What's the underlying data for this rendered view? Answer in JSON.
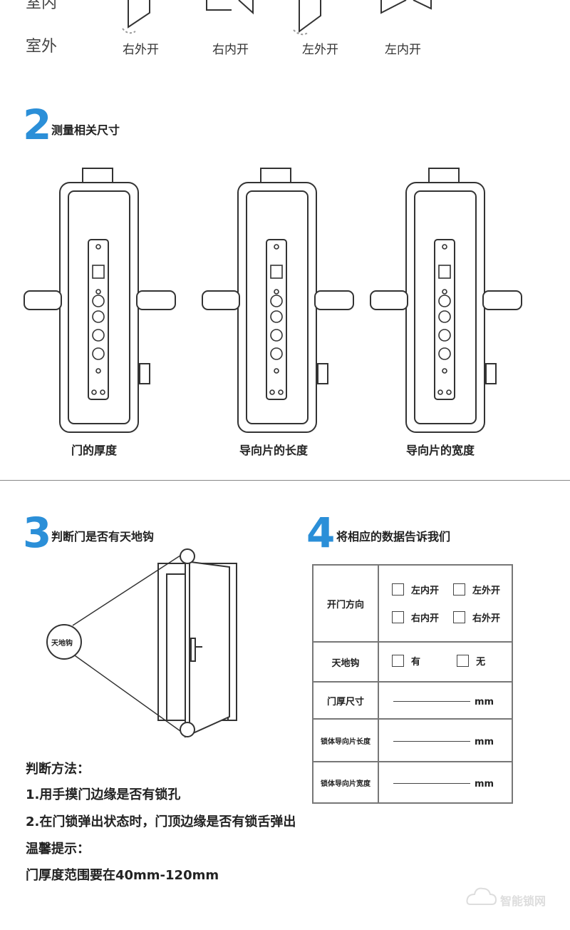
{
  "section1": {
    "indoor": "室内",
    "outdoor": "室外",
    "directions": [
      "右外开",
      "右内开",
      "左外开",
      "左内开"
    ]
  },
  "section2": {
    "number": "2",
    "title": "测量相关尺寸",
    "captions": [
      "门的厚度",
      "导向片的长度",
      "导向片的宽度"
    ]
  },
  "section3": {
    "number": "3",
    "title": "判断门是否有天地钩",
    "callout": "天地钩"
  },
  "section4": {
    "number": "4",
    "title": "将相应的数据告诉我们",
    "form": {
      "row1_label": "开门方向",
      "row1_options": [
        "左内开",
        "左外开",
        "右内开",
        "右外开"
      ],
      "row2_label": "天地钩",
      "row2_options": [
        "有",
        "无"
      ],
      "row3_label": "门厚尺寸",
      "row4_label": "锁体导向片长度",
      "row5_label": "锁体导向片宽度",
      "unit": "mm"
    }
  },
  "method": {
    "title": "判断方法：",
    "line1": "1.用手摸门边缘是否有锁孔",
    "line2": "2.在门锁弹出状态时，门顶边缘是否有锁舌弹出",
    "tip_title": "温馨提示：",
    "tip": "门厚度范围要在40mm-120mm"
  },
  "watermark": "智能锁网",
  "colors": {
    "accent": "#2b8fd8",
    "line": "#555555"
  }
}
